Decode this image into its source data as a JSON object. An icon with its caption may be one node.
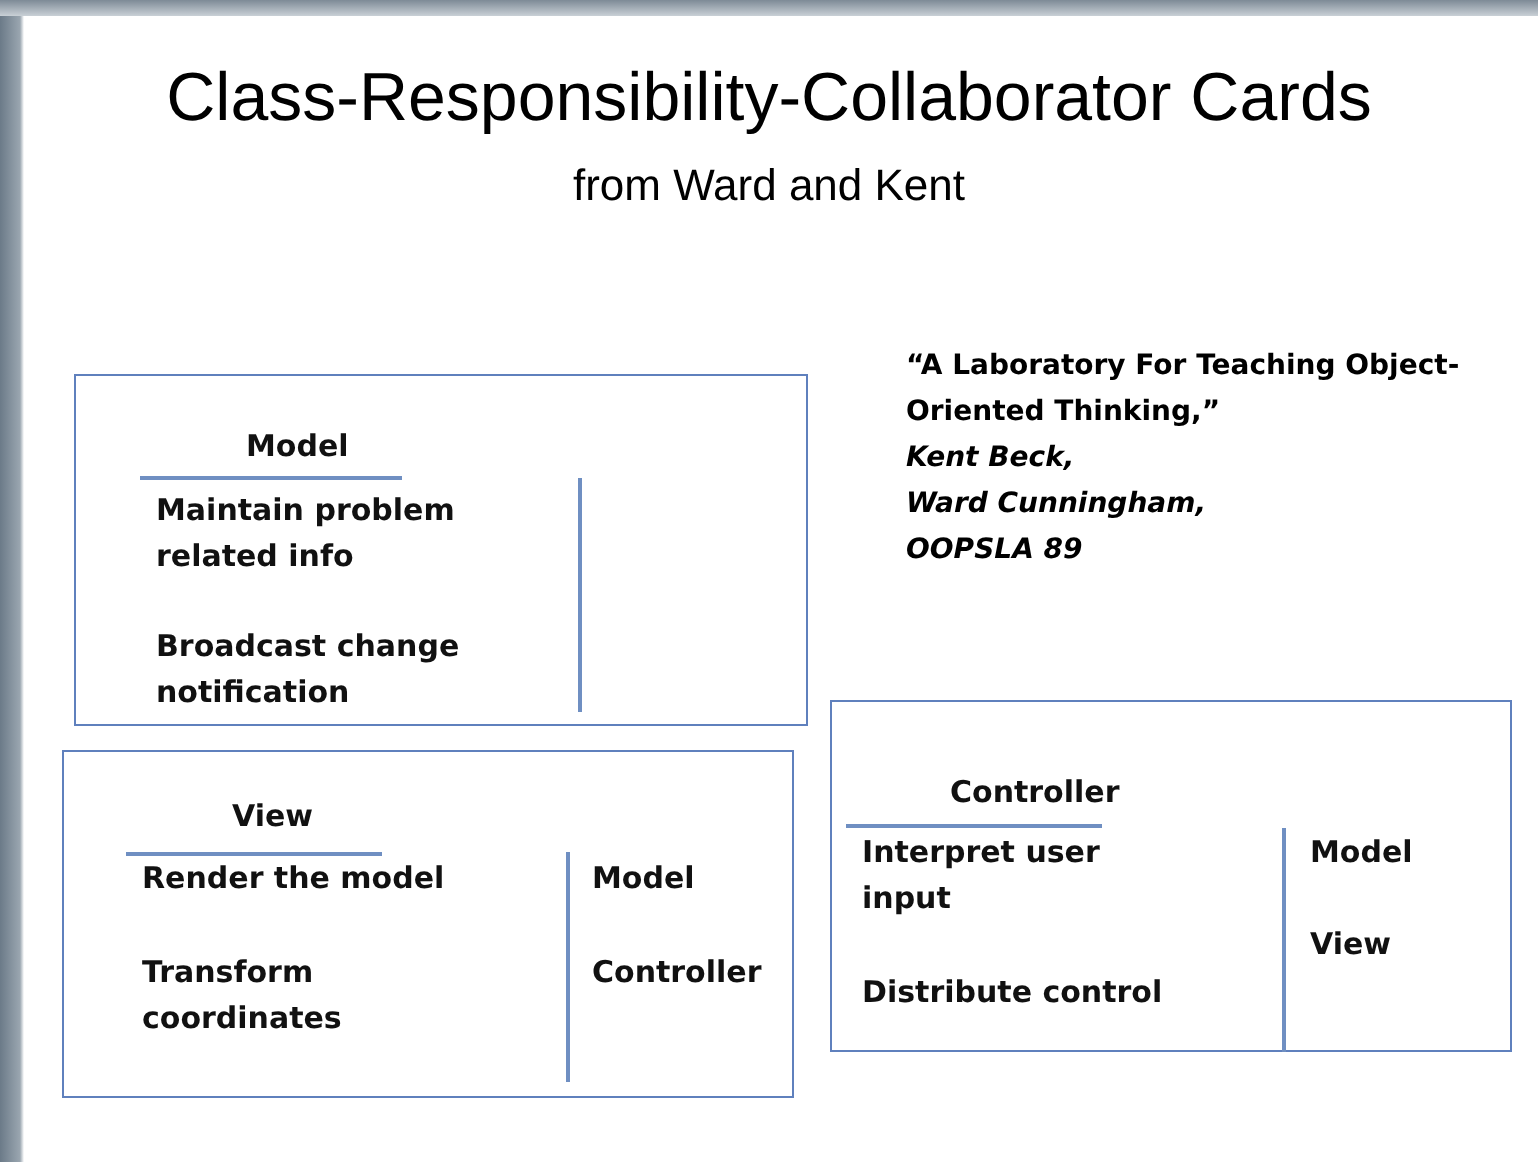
{
  "diagram": {
    "title": "Class-Responsibility-Collaborator Cards",
    "nodes": [
      {
        "text": [
          "Model",
          "Maintain problem related info",
          "Broadcast change notification"
        ]
      },
      {
        "text": [
          "View",
          "Render the model",
          "Transform coordinates",
          "Model",
          "Controller"
        ]
      },
      {
        "text": [
          "Controller",
          "Interpret user input",
          "Distribute control",
          "Model",
          "View"
        ]
      }
    ],
    "edges": [],
    "labels": [
      "from Ward and Kent",
      "“A Laboratory For Teaching Object-Oriented Thinking,”",
      "Kent Beck,",
      "Ward Cunningham,",
      "OOPSLA 89"
    ]
  }
}
